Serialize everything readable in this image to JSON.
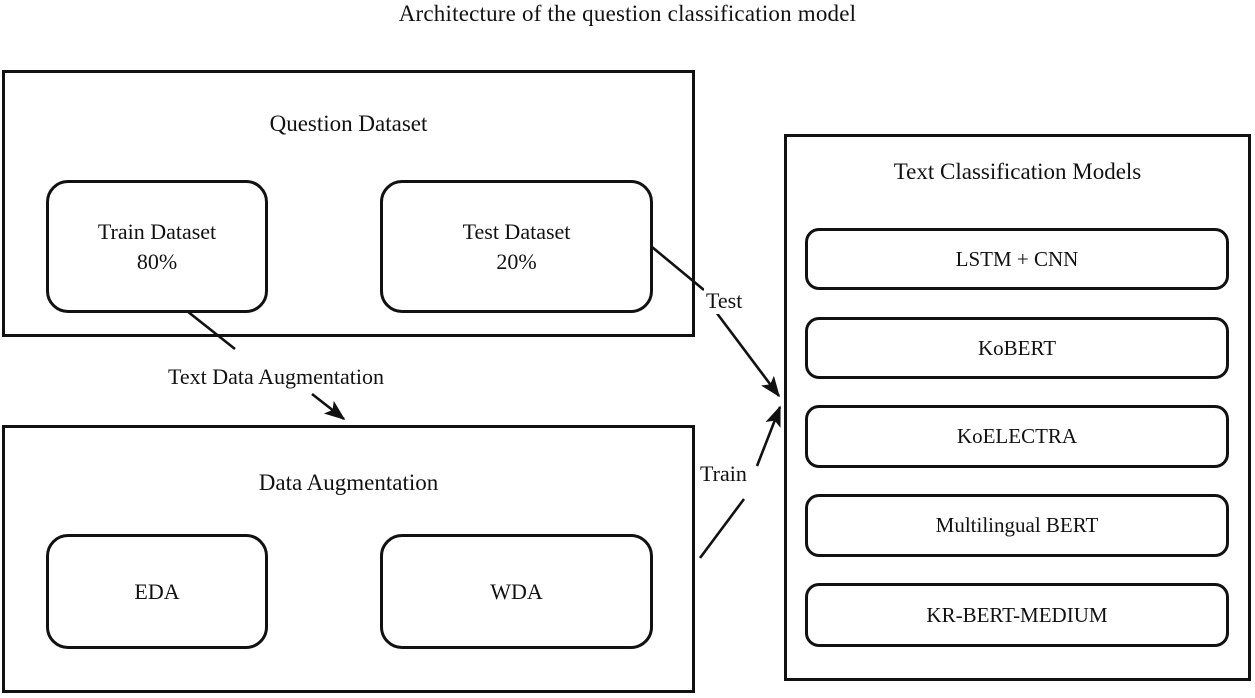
{
  "figure": {
    "title": "Architecture of the question classification model"
  },
  "panels": {
    "question_dataset": {
      "title": "Question Dataset",
      "boxes": [
        {
          "name": "train-dataset",
          "label": "Train Dataset",
          "value": "80%"
        },
        {
          "name": "test-dataset",
          "label": "Test Dataset",
          "value": "20%"
        }
      ]
    },
    "data_augmentation": {
      "title": "Data Augmentation",
      "boxes": [
        {
          "name": "eda",
          "label": "EDA"
        },
        {
          "name": "wda",
          "label": "WDA"
        }
      ]
    },
    "text_classification_models": {
      "title": "Text Classification Models",
      "models": [
        {
          "name": "lstm-cnn",
          "label": "LSTM + CNN"
        },
        {
          "name": "kobert",
          "label": "KoBERT"
        },
        {
          "name": "koelectra",
          "label": "KoELECTRA"
        },
        {
          "name": "multilingual-bert",
          "label": "Multilingual BERT"
        },
        {
          "name": "kr-bert-medium",
          "label": "KR-BERT-MEDIUM"
        }
      ]
    }
  },
  "edges": [
    {
      "name": "edge-text-data-augmentation",
      "label": "Text Data Augmentation"
    },
    {
      "name": "edge-test",
      "label": "Test"
    },
    {
      "name": "edge-train",
      "label": "Train"
    }
  ],
  "colors": {
    "stroke": "#111111",
    "background": "#ffffff",
    "text": "#111111"
  }
}
